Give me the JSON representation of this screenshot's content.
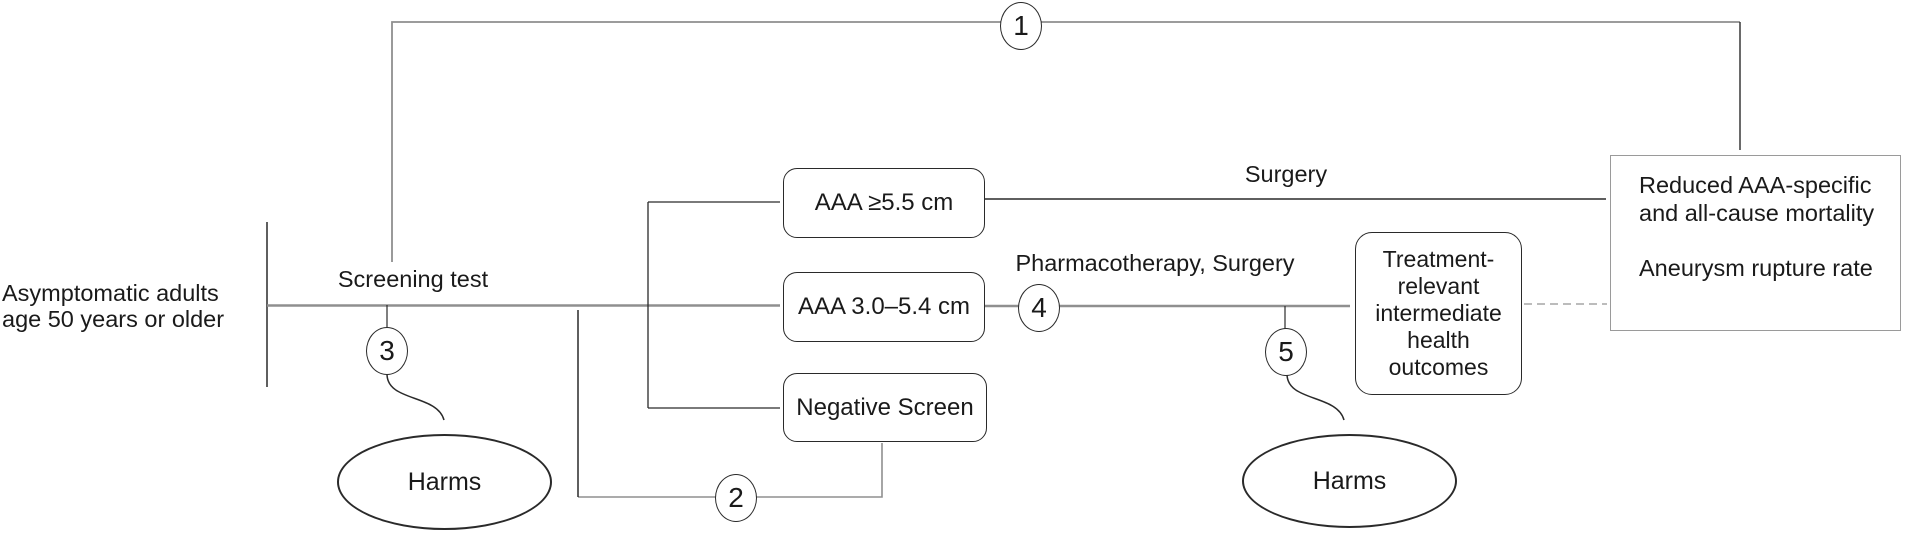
{
  "labels": {
    "population": "Asymptomatic adults\nage 50 years or older",
    "screening": "Screening test",
    "surgery": "Surgery",
    "pharmacotherapy_surgery": "Pharmacotherapy, Surgery"
  },
  "kq": {
    "q1": "1",
    "q2": "2",
    "q3": "3",
    "q4": "4",
    "q5": "5"
  },
  "boxes": {
    "aaa_large": "AAA ≥5.5 cm",
    "aaa_medium": "AAA 3.0–5.4 cm",
    "negative_screen": "Negative Screen",
    "intermediate": "Treatment-\nrelevant\nintermediate\nhealth\noutcomes",
    "outcomes_mortality": "Reduced AAA-specific\nand all-cause mortality",
    "outcomes_rupture": "Aneurysm rupture rate"
  },
  "harms": {
    "left": "Harms",
    "right": "Harms"
  },
  "colors": {
    "line_gray": "#8f8f8f",
    "line_dark": "#2a2a2a",
    "dash_gray": "#b3b3b3",
    "box_border_dark": "#2a2a2a",
    "box_border_gray": "#9a9a9a",
    "text": "#1a1a1a",
    "background": "#ffffff"
  }
}
